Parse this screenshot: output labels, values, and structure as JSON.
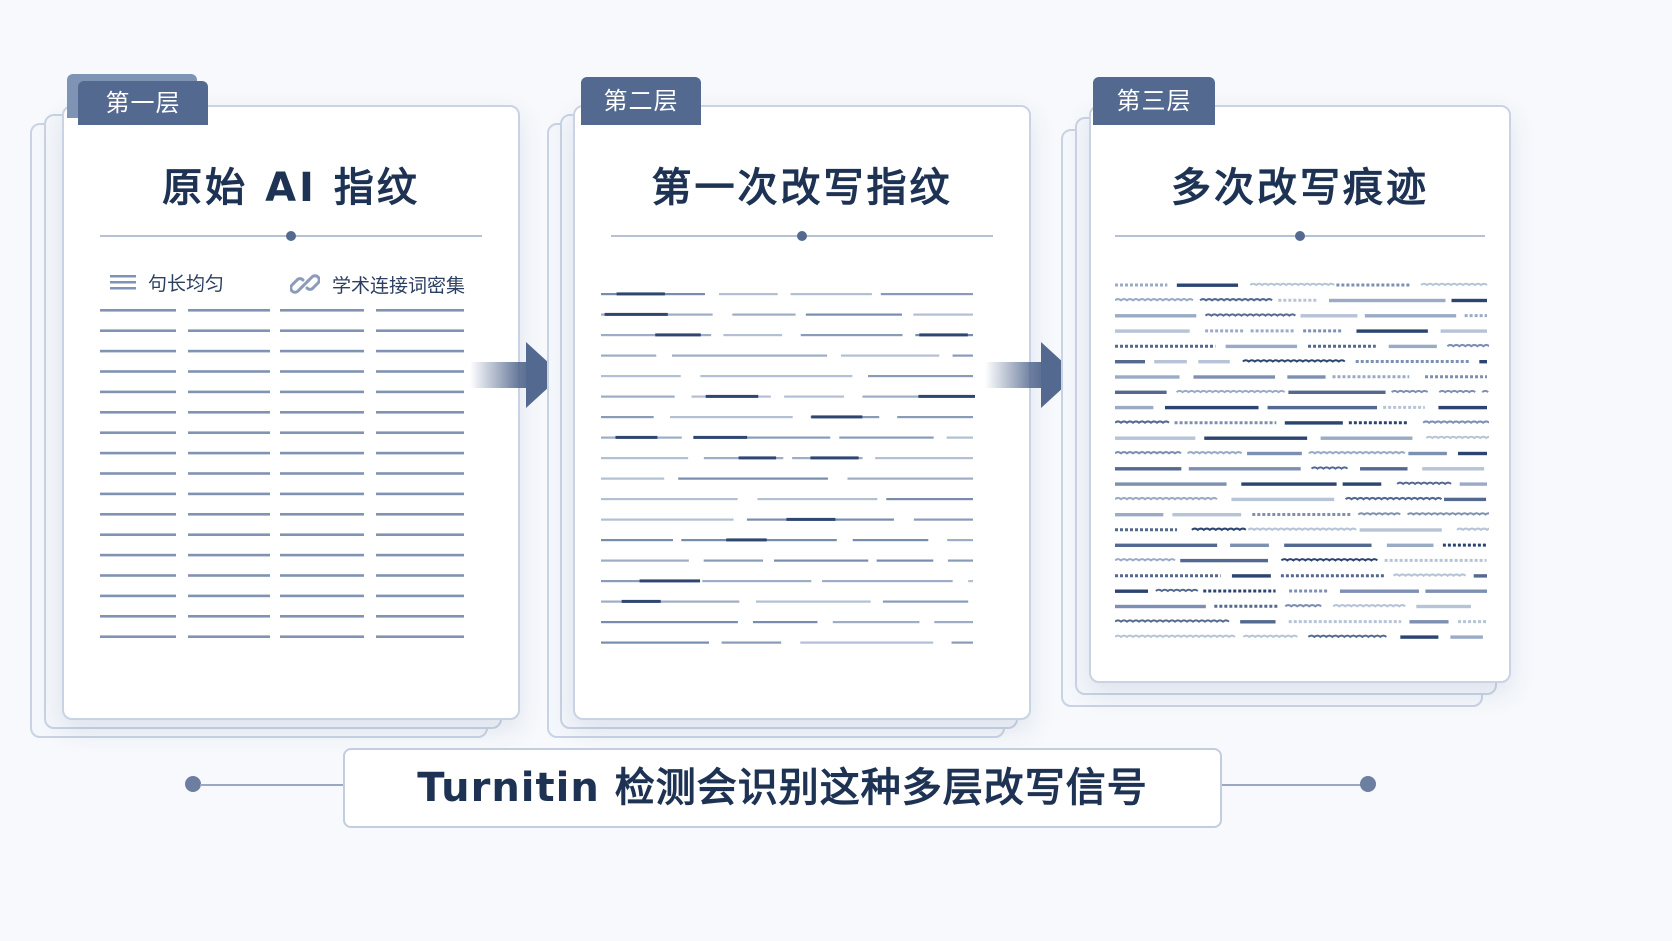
{
  "panels": [
    {
      "tab": "第一层",
      "title": "原始 AI 指纹",
      "features": [
        {
          "icon": "lines-icon",
          "label": "句长均匀"
        },
        {
          "icon": "link-icon",
          "label": "学术连接词密集"
        }
      ],
      "text_style": "uniform"
    },
    {
      "tab": "第二层",
      "title": "第一次改写指纹",
      "features": [],
      "text_style": "irregular"
    },
    {
      "tab": "第三层",
      "title": "多次改写痕迹",
      "features": [],
      "text_style": "noisy"
    }
  ],
  "summary": {
    "label": "Turnitin 检测会识别这种多层改写信号"
  },
  "colors": {
    "navy": "#1e3354",
    "accent": "#54698f",
    "line": "#7f93b5",
    "light": "#b5c1d4"
  }
}
